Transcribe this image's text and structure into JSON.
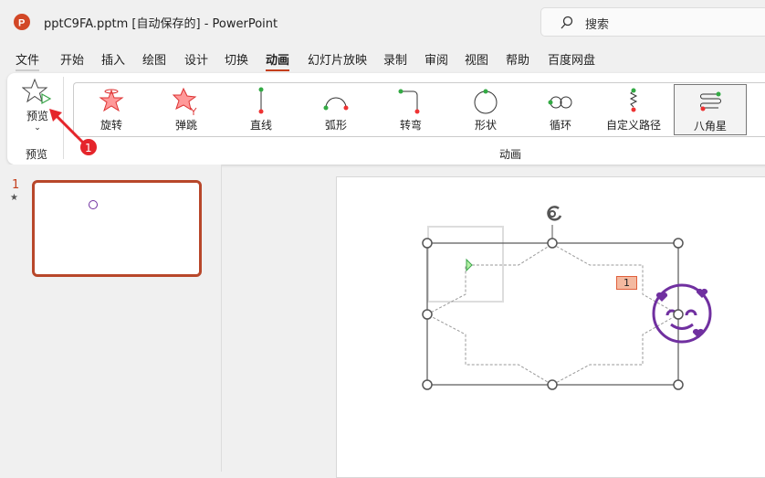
{
  "titlebar": {
    "title": "pptC9FA.pptm [自动保存的]  -  PowerPoint",
    "search_placeholder": "搜索"
  },
  "menu": [
    "文件",
    "开始",
    "插入",
    "绘图",
    "设计",
    "切换",
    "动画",
    "幻灯片放映",
    "录制",
    "审阅",
    "视图",
    "帮助",
    "百度网盘"
  ],
  "active_menu": "动画",
  "ribbon": {
    "preview_button": "预览",
    "preview_group": "预览",
    "animation_group": "动画",
    "gallery": [
      {
        "label": "旋转",
        "icon": "spin-icon"
      },
      {
        "label": "弹跳",
        "icon": "bounce-icon"
      },
      {
        "label": "直线",
        "icon": "line-path-icon"
      },
      {
        "label": "弧形",
        "icon": "arc-path-icon"
      },
      {
        "label": "转弯",
        "icon": "turn-path-icon"
      },
      {
        "label": "形状",
        "icon": "shape-path-icon"
      },
      {
        "label": "循环",
        "icon": "loop-path-icon"
      },
      {
        "label": "自定义路径",
        "icon": "custom-path-icon"
      },
      {
        "label": "八角星",
        "icon": "octagram-path-icon",
        "selected": true
      }
    ]
  },
  "annotation": {
    "badge": "1"
  },
  "slides": [
    {
      "number": "1",
      "star": "★"
    }
  ],
  "canvas": {
    "animation_tag": "1"
  },
  "colors": {
    "accent": "#c43e1c",
    "emoji": "#7030a0"
  }
}
